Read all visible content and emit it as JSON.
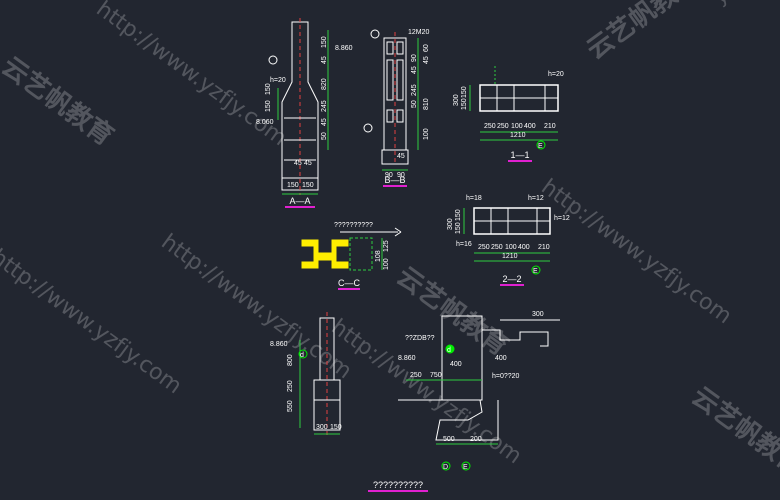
{
  "colors": {
    "background": "#222630",
    "line": "#ffffff",
    "dimension": "#2ecc40",
    "rebar": "#e04040",
    "title_underline": "#e020d0",
    "highlight": "#ffee00",
    "axis_marker": "#00ee00"
  },
  "watermarks": {
    "url": "http://www.yzfjy.com",
    "brand_cn": "云艺帆教育",
    "top_right_url": "yzfjy.com"
  },
  "section_aa": {
    "title": "A—A",
    "note": "h=20",
    "elev_top": "8.860",
    "elev_bottom": "8.060",
    "dims_right": [
      "150",
      "45",
      "820",
      "245",
      "45",
      "50"
    ],
    "dims_left": [
      "150",
      "150"
    ],
    "dims_bottom": [
      "45",
      "45"
    ],
    "base_dims": [
      "150",
      "150"
    ]
  },
  "section_bb": {
    "title": "B—B",
    "label_top": "12M20",
    "dims_right": [
      "60",
      "45",
      "90",
      "45",
      "245",
      "50",
      "810",
      "100"
    ],
    "base_dims": [
      "90",
      "90"
    ],
    "small_dim": "45"
  },
  "section_11": {
    "title": "1—1",
    "note": "h=20",
    "dims_bottom": [
      "250",
      "250",
      "100",
      "400",
      "210"
    ],
    "total": "1210",
    "height_dims": [
      "300",
      "150",
      "150"
    ],
    "axis": "E"
  },
  "section_22": {
    "title": "2—2",
    "notes": [
      "h=18",
      "h=12",
      "h=12",
      "h=16"
    ],
    "dims_bottom": [
      "250",
      "250",
      "100",
      "400",
      "210"
    ],
    "total": "1210",
    "height_dims": [
      "300",
      "150",
      "150"
    ],
    "axis": "E"
  },
  "section_cc": {
    "title": "C—C",
    "label": "??????????",
    "dims_right": [
      "125",
      "108",
      "100"
    ]
  },
  "lower_left": {
    "elev": "8.860",
    "dims": [
      "800",
      "250",
      "550",
      "300",
      "150"
    ],
    "axis": "d"
  },
  "lower_right": {
    "label_top": "300",
    "label_zdb": "??ZDB??",
    "elev": "8.860",
    "dims": [
      "250",
      "750",
      "400",
      "500",
      "200",
      "400"
    ],
    "note": "h=0??20",
    "axes": [
      "D",
      "E"
    ],
    "axis_label": "d"
  },
  "footer_title": "??????????"
}
